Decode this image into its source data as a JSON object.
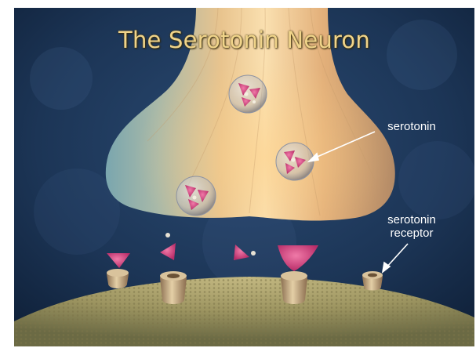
{
  "diagram": {
    "title": "The Serotonin Neuron",
    "labels": {
      "serotonin": "serotonin",
      "receptor_line1": "serotonin",
      "receptor_line2": "receptor"
    }
  },
  "colors": {
    "background": "#1e3658",
    "neuron_light": "#f6d6a0",
    "neuron_mid": "#d8a76e",
    "neuron_edge": "#7fa7b0",
    "membrane": "#a09a62",
    "serotonin": "#d4457e",
    "receptor": "#c8a77c",
    "label": "#ffffff",
    "title": "#f0d48a"
  }
}
